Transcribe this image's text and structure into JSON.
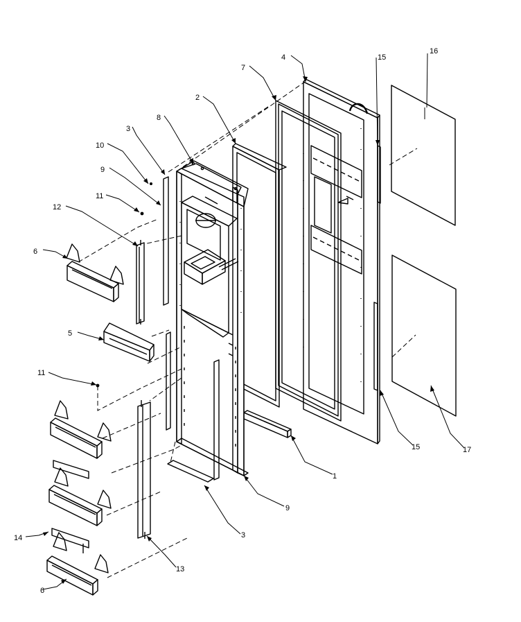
{
  "diagram": {
    "callouts": [
      {
        "id": "c16",
        "text": "16"
      },
      {
        "id": "c4",
        "text": "4"
      },
      {
        "id": "c15a",
        "text": "15"
      },
      {
        "id": "c7",
        "text": "7"
      },
      {
        "id": "c2",
        "text": "2"
      },
      {
        "id": "c8",
        "text": "8"
      },
      {
        "id": "c3a",
        "text": "3"
      },
      {
        "id": "c10",
        "text": "10"
      },
      {
        "id": "c9a",
        "text": "9"
      },
      {
        "id": "c11a",
        "text": "11"
      },
      {
        "id": "c12",
        "text": "12"
      },
      {
        "id": "c6a",
        "text": "6"
      },
      {
        "id": "c5",
        "text": "5"
      },
      {
        "id": "c11b",
        "text": "11"
      },
      {
        "id": "c1",
        "text": "1"
      },
      {
        "id": "c9b",
        "text": "9"
      },
      {
        "id": "c15b",
        "text": "15"
      },
      {
        "id": "c17",
        "text": "17"
      },
      {
        "id": "c3b",
        "text": "3"
      },
      {
        "id": "c13",
        "text": "13"
      },
      {
        "id": "c14",
        "text": "14"
      },
      {
        "id": "c6b",
        "text": "6"
      }
    ]
  }
}
